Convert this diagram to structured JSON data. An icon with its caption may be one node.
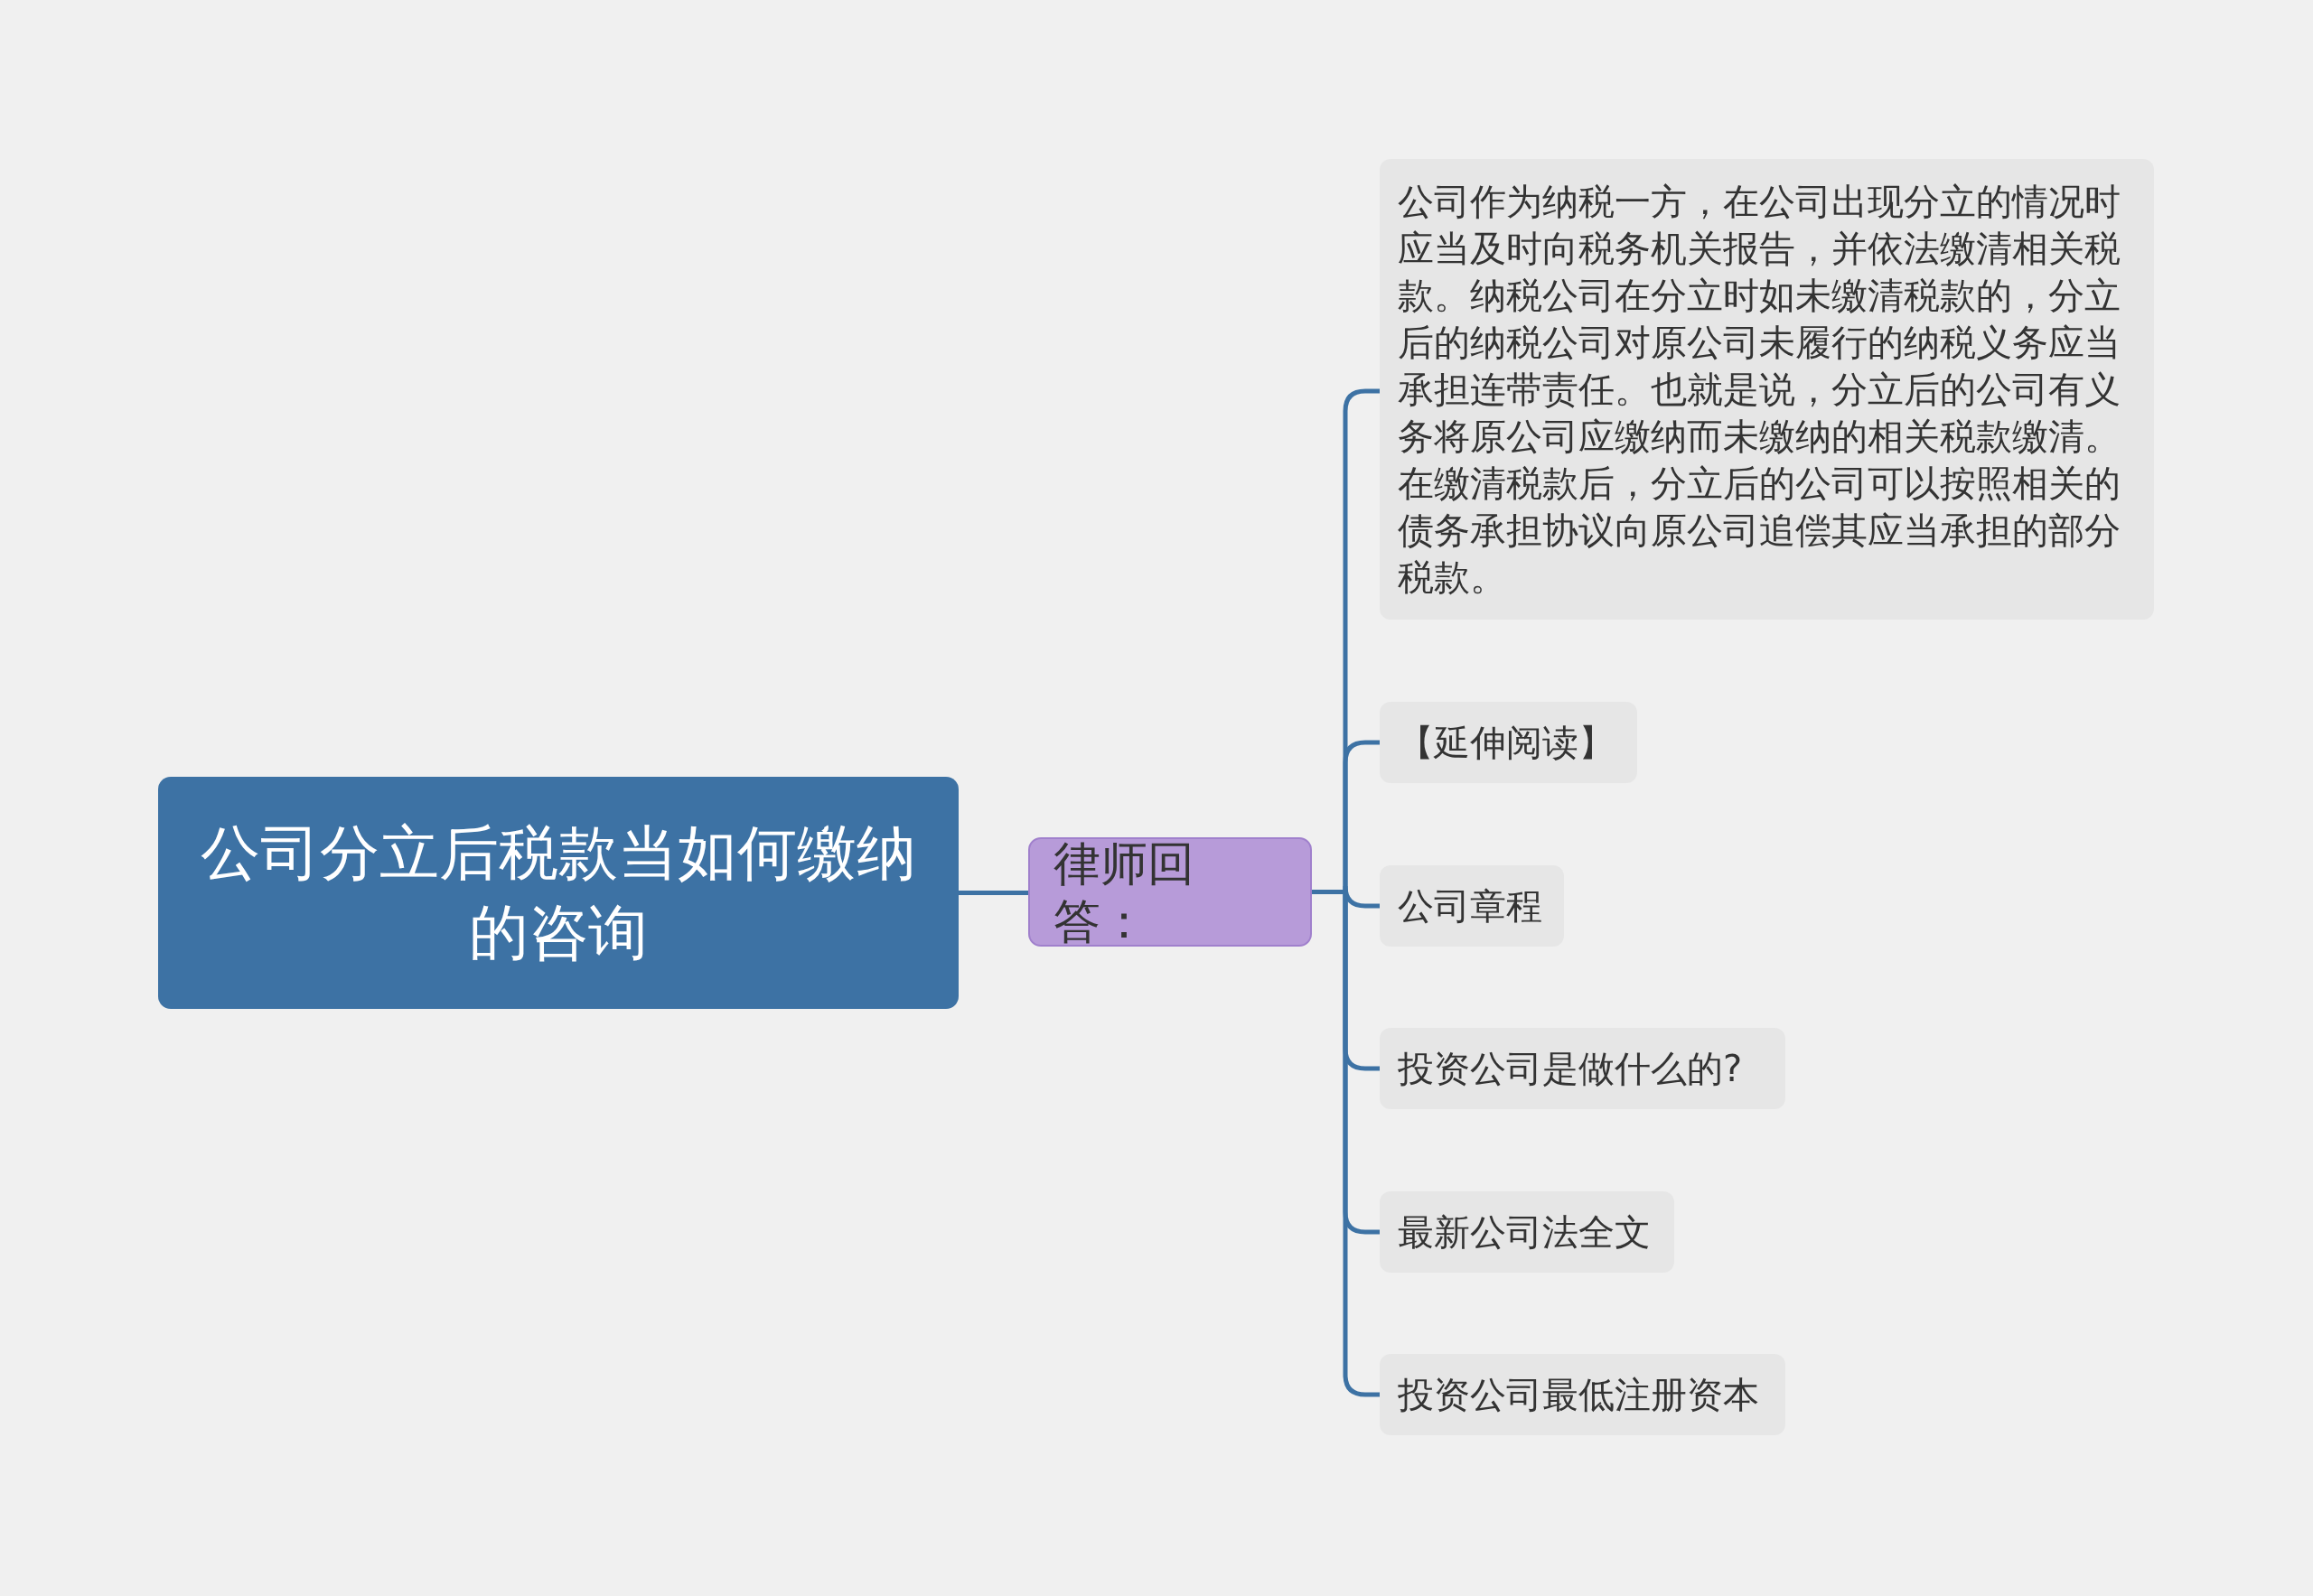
{
  "diagram": {
    "nodes": [
      {
        "text": [
          "公司分立后税款当如何缴纳的咨询"
        ]
      },
      {
        "text": [
          "律师回答："
        ]
      },
      {
        "text": [
          "公司作为纳税一方，在公司出现分立的情况时应当及时向税务机关报告，并依法缴清相关税款。纳税公司在分立时如未缴清税款的，分立后的纳税公司对原公司未履行的纳税义务应当承担连带责任。也就是说，分立后的公司有义务将原公司应缴纳而未缴纳的相关税款缴清。在缴清税款后，分立后的公司可以按照相关的债务承担协议向原公司追偿其应当承担的部分税款。"
        ]
      },
      {
        "text": [
          "【延伸阅读】"
        ]
      },
      {
        "text": [
          "公司章程"
        ]
      },
      {
        "text": [
          "投资公司是做什么的?"
        ]
      },
      {
        "text": [
          "最新公司法全文"
        ]
      },
      {
        "text": [
          "投资公司最低注册资本"
        ]
      }
    ],
    "edges": [
      {
        "from": 0,
        "to": 1,
        "arrow": "none"
      },
      {
        "from": 1,
        "to": 2,
        "arrow": "none"
      },
      {
        "from": 1,
        "to": 3,
        "arrow": "none"
      },
      {
        "from": 1,
        "to": 4,
        "arrow": "none"
      },
      {
        "from": 1,
        "to": 5,
        "arrow": "none"
      },
      {
        "from": 1,
        "to": 6,
        "arrow": "none"
      },
      {
        "from": 1,
        "to": 7,
        "arrow": "none"
      }
    ]
  }
}
